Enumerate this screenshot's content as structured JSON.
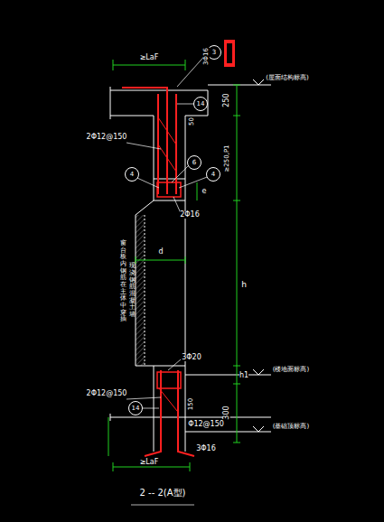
{
  "diagram": {
    "caption": "2 -- 2(A型)",
    "nodes": [
      {
        "text": [
          "3"
        ]
      },
      {
        "text": [
          "14"
        ]
      },
      {
        "text": [
          "6"
        ]
      },
      {
        "text": [
          "4"
        ]
      },
      {
        "text": [
          "4"
        ]
      },
      {
        "text": [
          "14"
        ]
      }
    ],
    "labels": [
      "≥LaF",
      "3Φ16",
      "(屋面结构标高)",
      "250",
      "50",
      "2Φ12@150",
      "≥250,P1",
      "e",
      "2Φ16",
      "d",
      "h",
      "现浇钢筋混凝土墙",
      "窗台板内钢筋在主体中穿插",
      "3Φ20",
      "(楼地面标高)",
      "h1",
      "2Φ12@150",
      "150",
      "Φ12@150",
      "300",
      "(基础顶标高)",
      "3Φ16",
      "≥LaF"
    ]
  }
}
